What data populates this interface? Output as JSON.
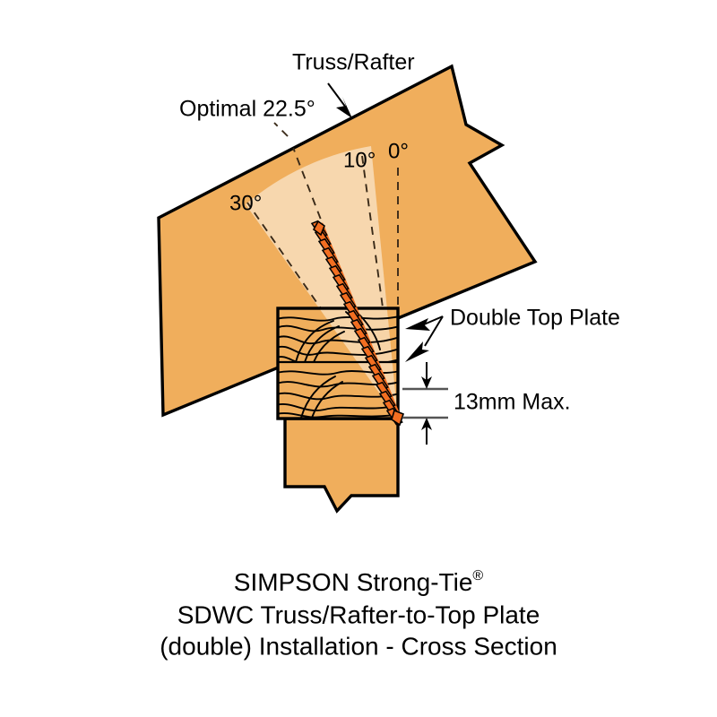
{
  "title": "SDWC Truss/Rafter-to-Top Plate (double) Installation - Cross Section",
  "labels": {
    "truss_rafter": "Truss/Rafter",
    "optimal": "Optimal 22.5°",
    "angle_30": "30°",
    "angle_10": "10°",
    "angle_0": "0°",
    "double_top_plate": "Double Top Plate",
    "max_penetration": "13mm Max."
  },
  "caption": {
    "line1_main": "SIMPSON Strong-Tie",
    "line1_sup": "®",
    "line2": "SDWC Truss/Rafter-to-Top Plate",
    "line3": "(double) Installation - Cross Section"
  },
  "angles": {
    "optimal_deg": 22.5,
    "min_deg": 0,
    "max_deg": 30,
    "inner_fan_low_deg": 10,
    "inner_fan_high_deg": 30
  },
  "dimensions": {
    "max_protrusion": "13mm Max."
  },
  "colors": {
    "wood": "#F0AE5C",
    "wood_light": "#F7D7AE",
    "screw": "#F26E21",
    "outline": "#000000",
    "dash": "#3A2A18",
    "background": "#FFFFFF",
    "dim_line": "#555555"
  },
  "icons": {
    "rafter_pointer": "arrow-icon",
    "plate_pointer_upper": "arrow-icon",
    "plate_pointer_lower": "arrow-icon",
    "dim_arrow_top": "arrow-icon",
    "dim_arrow_bottom": "arrow-icon"
  }
}
